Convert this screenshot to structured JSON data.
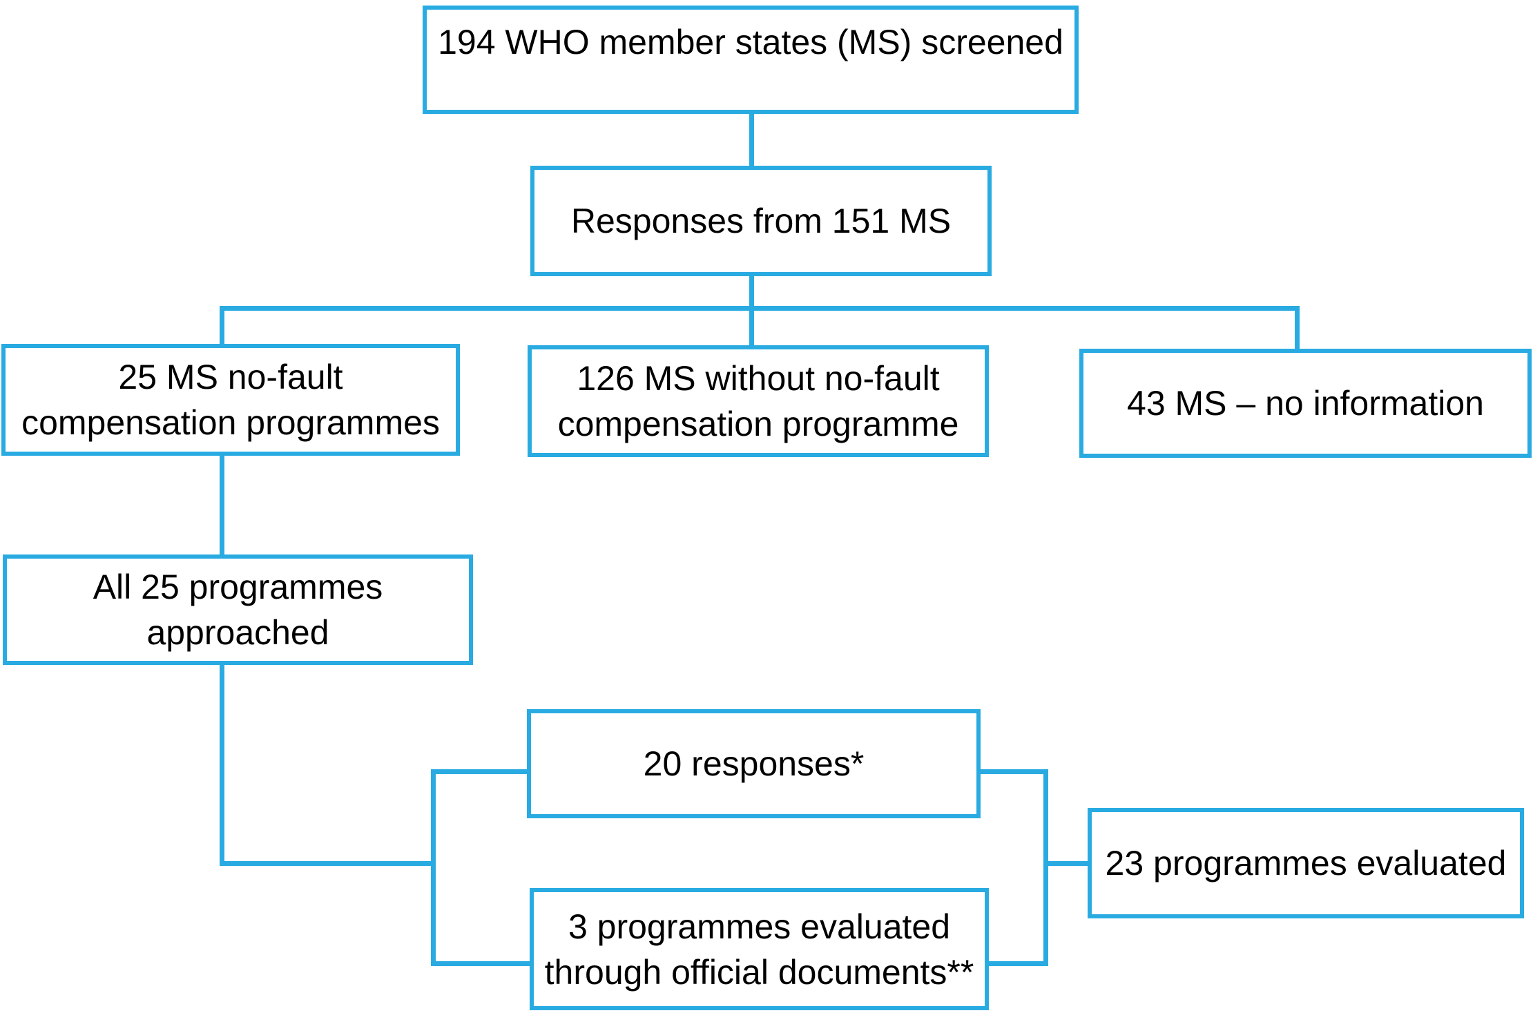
{
  "figure": {
    "type": "flowchart",
    "background_color": "#ffffff",
    "line_color": "#29ABE2",
    "text_color": "#000000",
    "nodes": {
      "screened194": {
        "lines": [
          "194 WHO member states (MS) screened"
        ]
      },
      "responses151": {
        "lines": [
          "Responses from 151 MS"
        ]
      },
      "nofault25": {
        "lines": [
          "25 MS no-fault",
          "compensation programmes"
        ]
      },
      "without126": {
        "lines": [
          "126 MS without no-fault",
          "compensation programme"
        ]
      },
      "noinfo43": {
        "lines": [
          "43 MS – no information"
        ]
      },
      "approached25": {
        "lines": [
          "All 25 programmes",
          "approached"
        ]
      },
      "responses20": {
        "lines": [
          "20 responses*"
        ]
      },
      "documents3": {
        "lines": [
          "3 programmes evaluated",
          "through official documents**"
        ]
      },
      "evaluated23": {
        "lines": [
          "23 programmes evaluated"
        ]
      }
    },
    "edges": [
      {
        "from": "screened194",
        "to": "responses151"
      },
      {
        "from": "responses151",
        "to": "nofault25"
      },
      {
        "from": "responses151",
        "to": "without126"
      },
      {
        "from": "responses151",
        "to": "noinfo43"
      },
      {
        "from": "nofault25",
        "to": "approached25"
      },
      {
        "from": "approached25",
        "to": "responses20"
      },
      {
        "from": "approached25",
        "to": "documents3"
      },
      {
        "from": "responses20",
        "to": "evaluated23"
      },
      {
        "from": "documents3",
        "to": "evaluated23"
      }
    ]
  }
}
